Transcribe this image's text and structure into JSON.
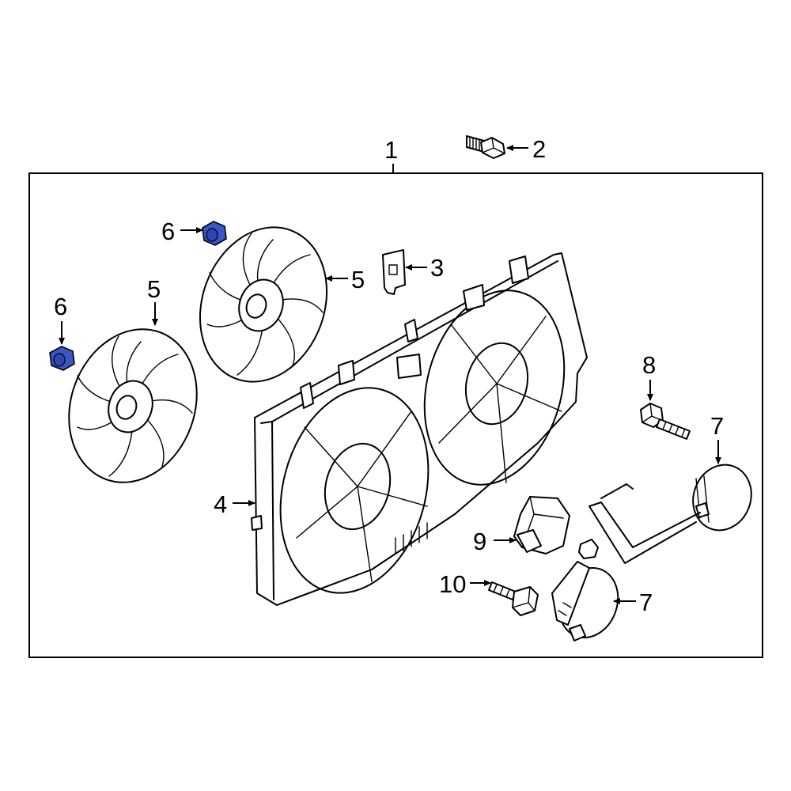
{
  "callouts": {
    "c1": "1",
    "c2": "2",
    "c3": "3",
    "c4": "4",
    "c5a": "5",
    "c5b": "5",
    "c6a": "6",
    "c6b": "6",
    "c7a": "7",
    "c7b": "7",
    "c8": "8",
    "c9": "9",
    "c10": "10"
  },
  "colors": {
    "highlight": "#3a55c8",
    "line": "#000000",
    "background": "#ffffff"
  }
}
